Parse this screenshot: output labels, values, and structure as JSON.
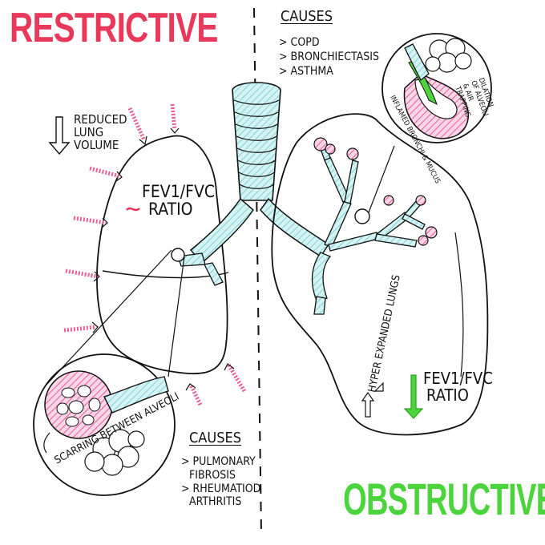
{
  "headings": {
    "restrictive": "RESTRICTIVE",
    "obstructive": "OBSTRUCTIVE"
  },
  "restrictive": {
    "volume_line1": "REDUCED",
    "volume_line2": "LUNG",
    "volume_line3": "VOLUME",
    "ratio_line1": "FEV1/FVC",
    "ratio_line2": "RATIO",
    "ratio_mark": "~",
    "zoom_label": "SCARRING BETWEEN ALVEOLI",
    "causes_title": "CAUSES",
    "causes": [
      "> PULMONARY",
      "FIBROSIS",
      "> RHEUMATIOD",
      "ARTHRITIS"
    ]
  },
  "obstructive": {
    "causes_title": "CAUSES",
    "causes": [
      "> COPD",
      "> BRONCHIECTASIS",
      "> ASTHMA"
    ],
    "zoom_label_left": "INFLAMED BRONCHI & MUCUS",
    "zoom_label_right_1": "DILATION",
    "zoom_label_right_2": "OF ALVEOLI",
    "zoom_label_right_3": "& AIR",
    "zoom_label_right_4": "TRAPPING",
    "lungs_label": "HYPER EXPANDED LUNGS",
    "ratio_line1": "FEV1/FVC",
    "ratio_line2": "RATIO"
  },
  "colors": {
    "restrictive": "#e8395b",
    "obstructive": "#4cd43c",
    "airway": "#9fe0e4",
    "tissue": "#e75e9b"
  }
}
